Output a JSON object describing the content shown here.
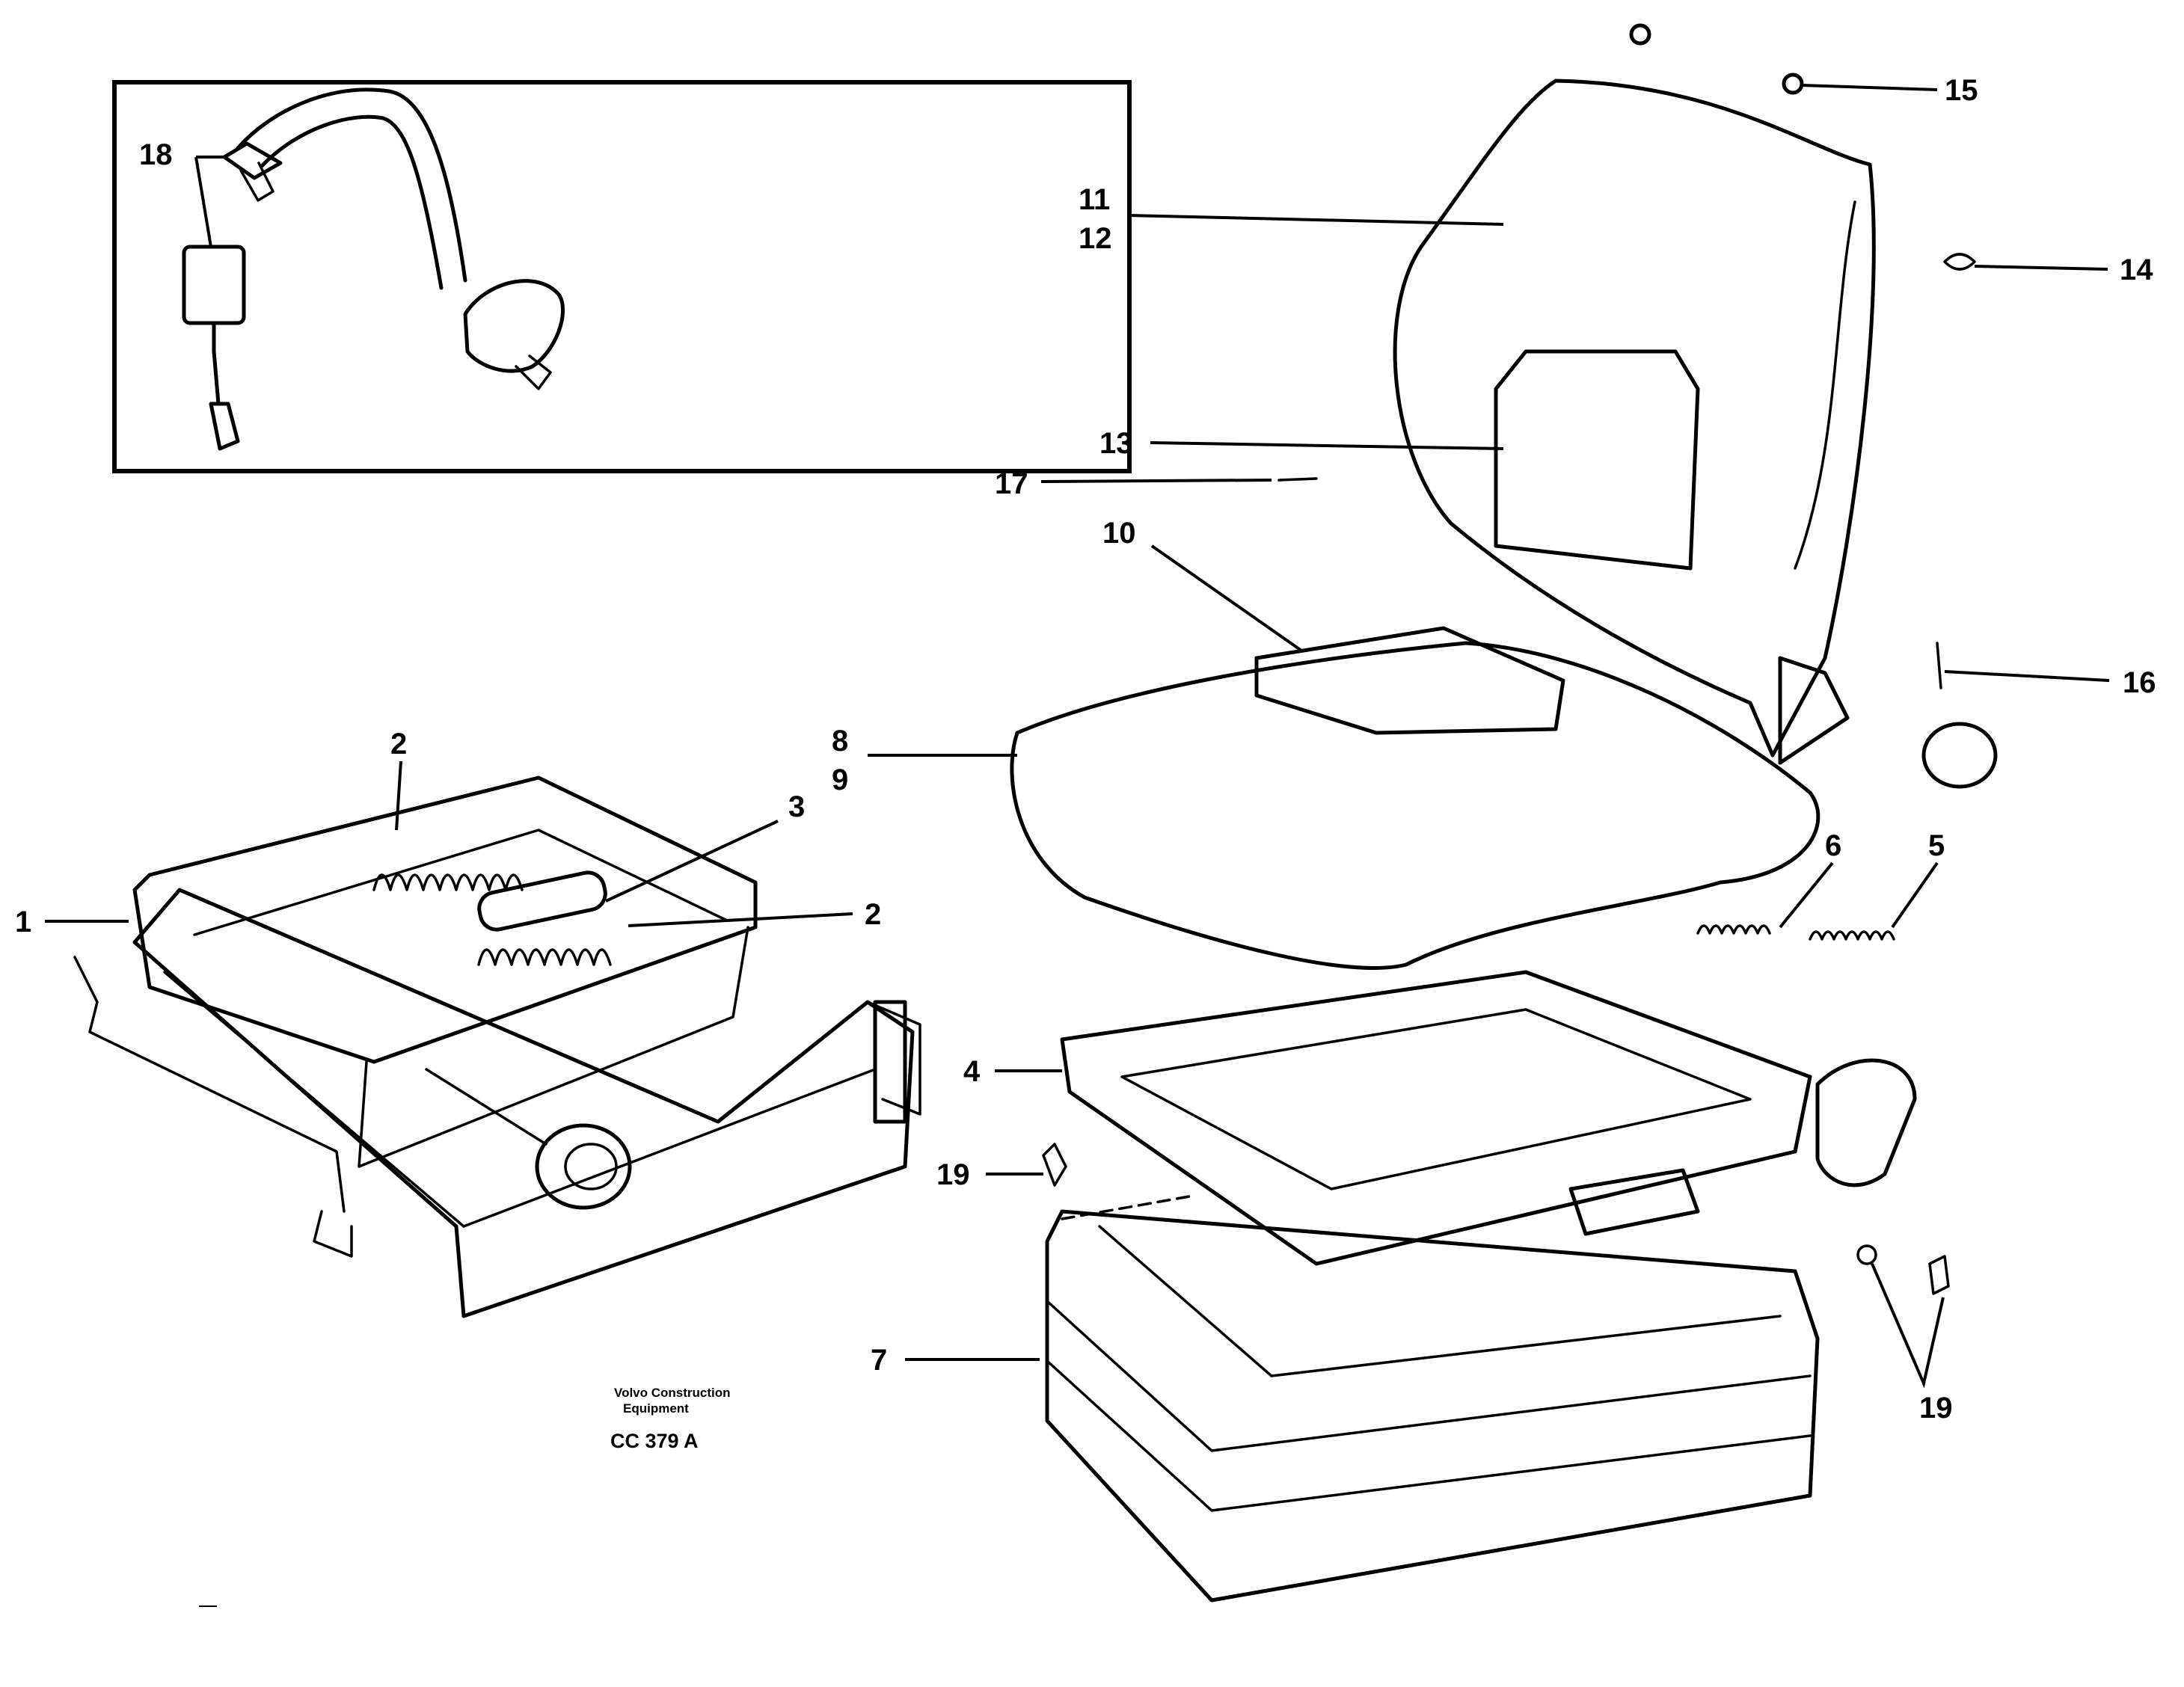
{
  "callouts": {
    "c1": "1",
    "c2a": "2",
    "c2b": "2",
    "c3": "3",
    "c4": "4",
    "c5": "5",
    "c6": "6",
    "c7": "7",
    "c8": "8",
    "c9": "9",
    "c10": "10",
    "c11": "11",
    "c12": "12",
    "c13": "13",
    "c14": "14",
    "c15": "15",
    "c16": "16",
    "c17": "17",
    "c18": "18",
    "c19a": "19",
    "c19b": "19"
  },
  "caption": {
    "brand_line1": "Volvo Construction",
    "brand_line2": "Equipment",
    "code": "CC 379 A"
  },
  "colors": {
    "ink": "#000000",
    "paper": "#ffffff"
  }
}
